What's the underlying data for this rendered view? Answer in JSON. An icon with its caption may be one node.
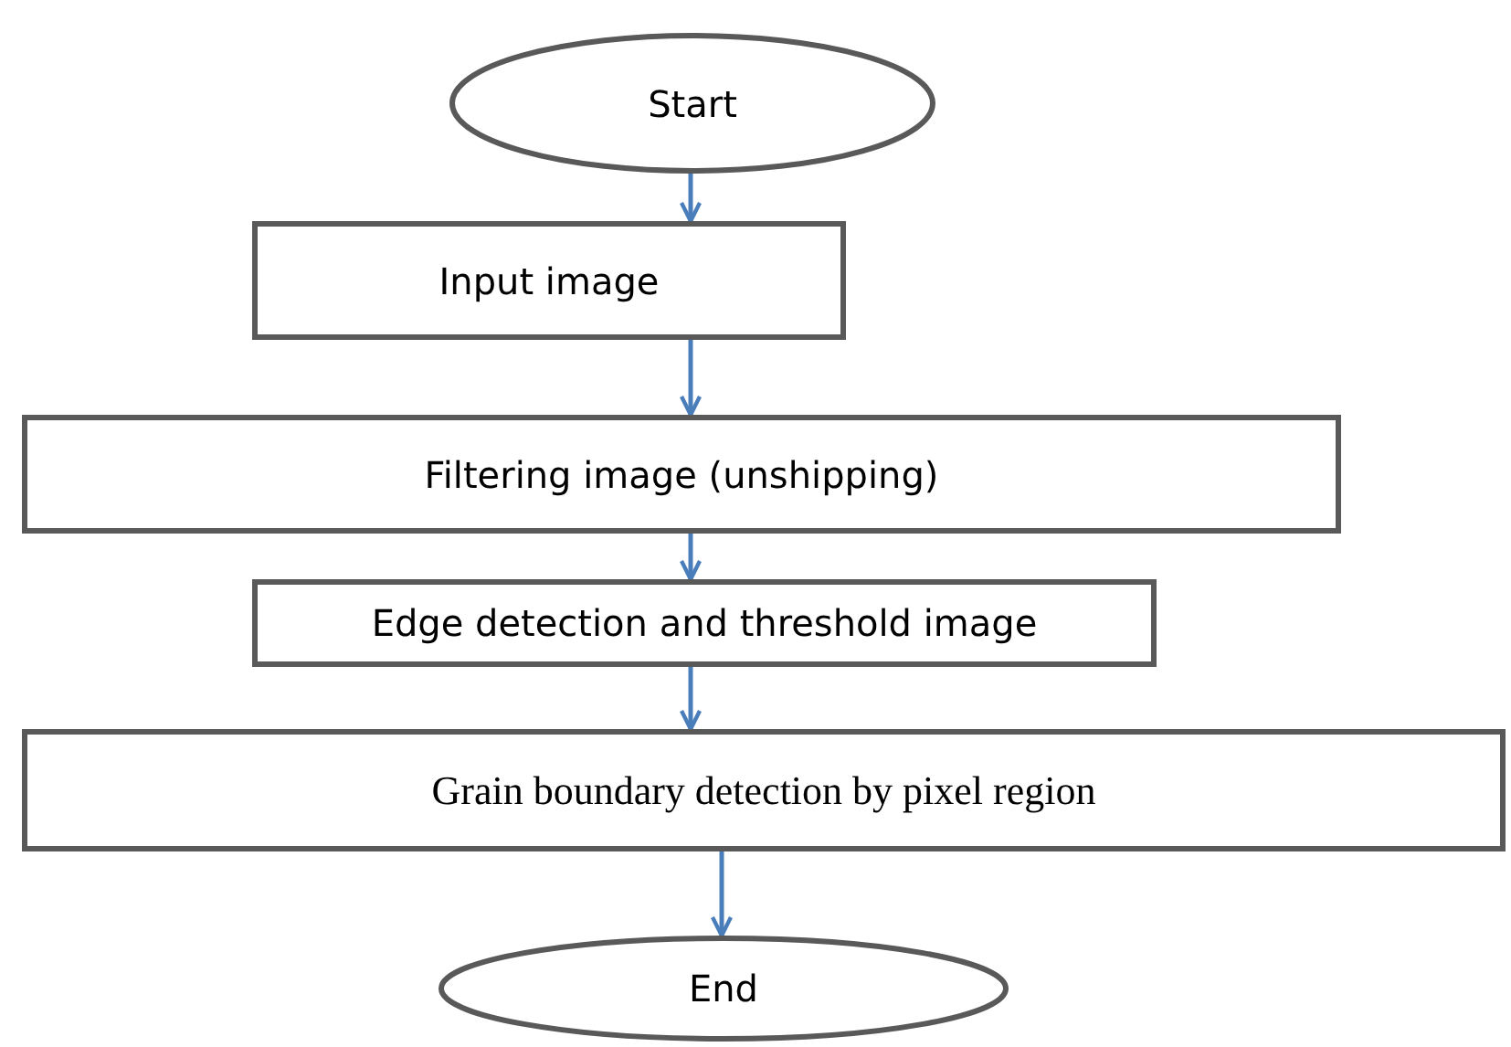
{
  "diagram": {
    "nodes": [
      {
        "text": [
          "Start"
        ]
      },
      {
        "text": [
          "Input image"
        ]
      },
      {
        "text": [
          "Filtering image (unshipping)"
        ]
      },
      {
        "text": [
          "Edge detection and threshold image"
        ]
      },
      {
        "text": [
          "Grain boundary detection by pixel region"
        ]
      },
      {
        "text": [
          "End"
        ]
      }
    ],
    "edges": [
      {
        "from": 0,
        "to": 1,
        "arrow": "to"
      },
      {
        "from": 1,
        "to": 2,
        "arrow": "to"
      },
      {
        "from": 2,
        "to": 3,
        "arrow": "to"
      },
      {
        "from": 3,
        "to": 4,
        "arrow": "to"
      },
      {
        "from": 4,
        "to": 5,
        "arrow": "to"
      }
    ]
  }
}
